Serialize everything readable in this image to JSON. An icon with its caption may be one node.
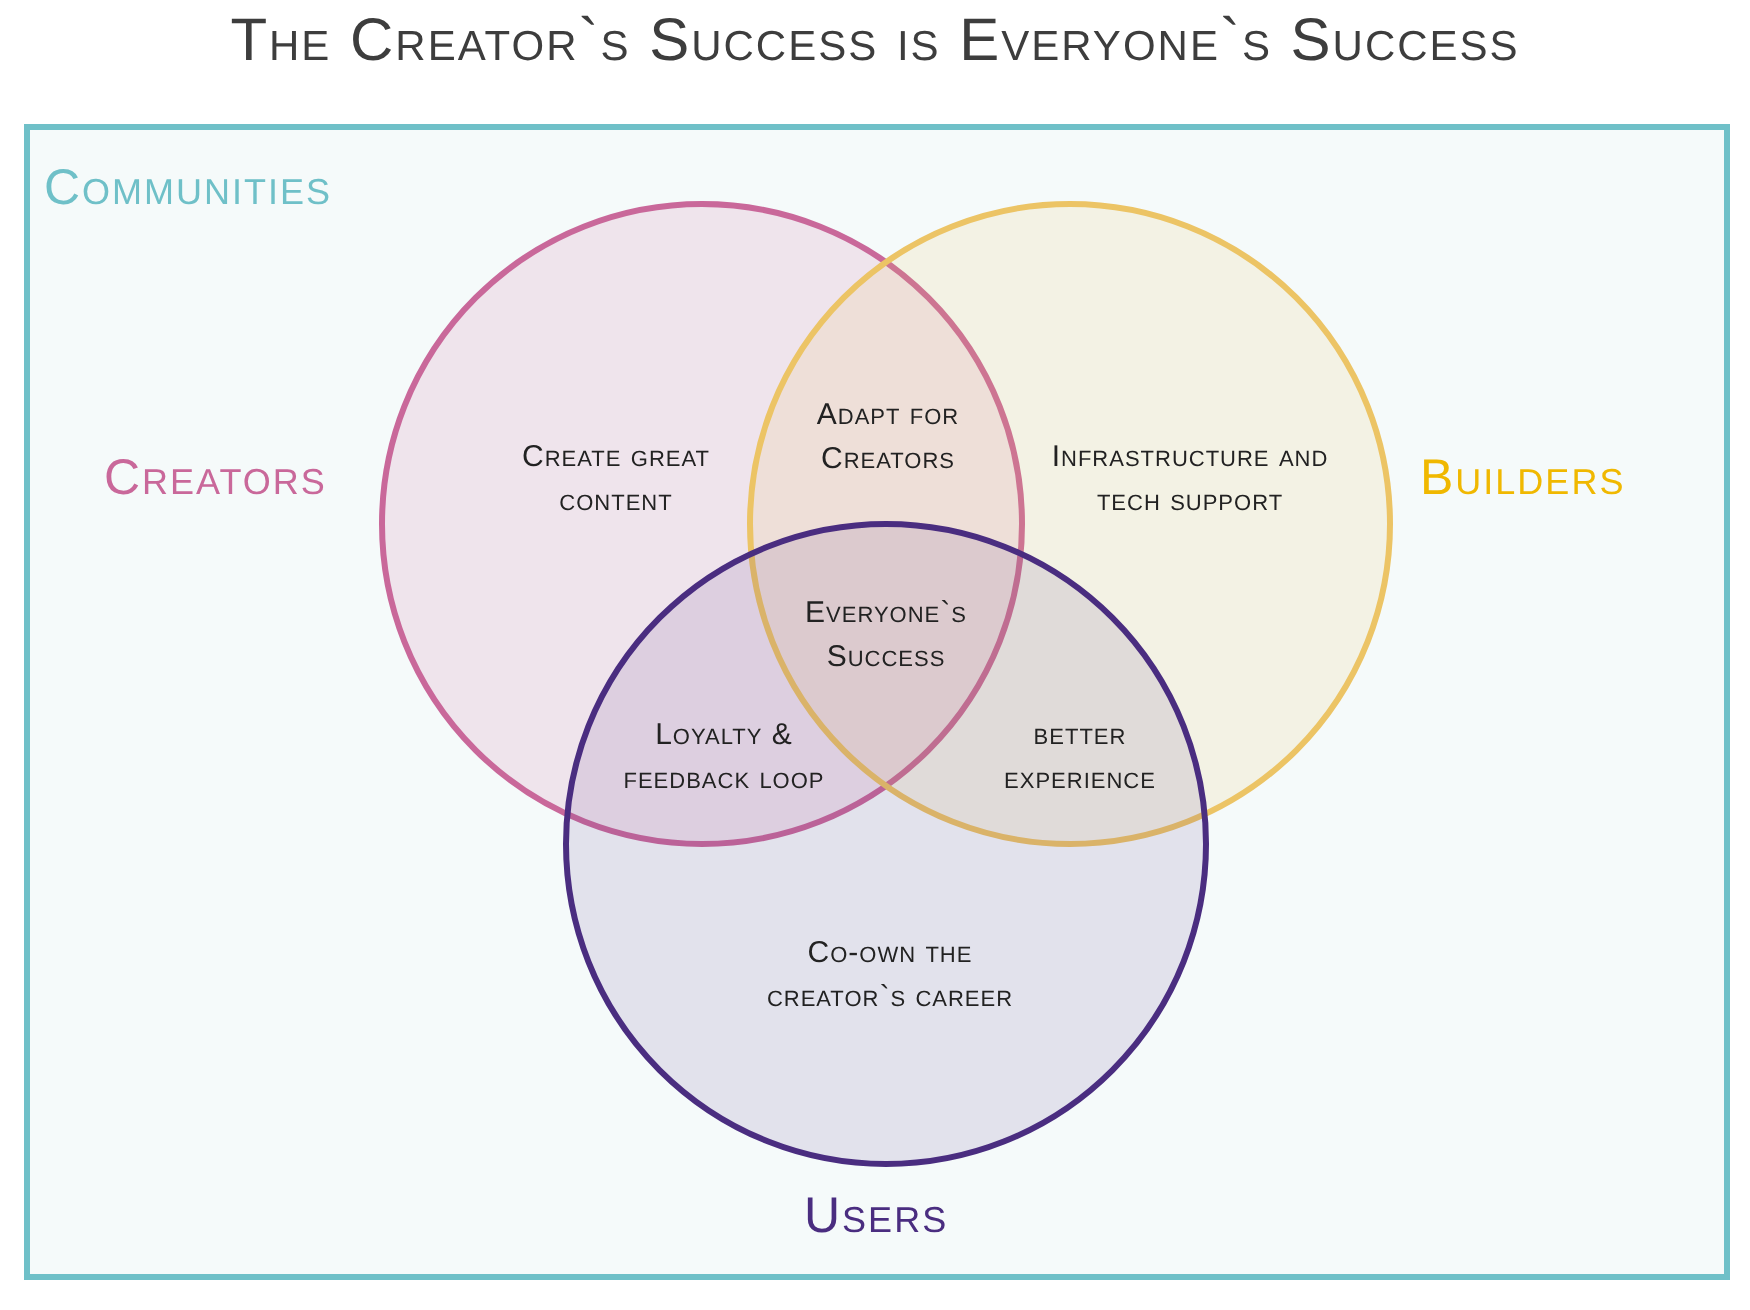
{
  "diagram": {
    "title": "The Creator`s Success is Everyone`s Success",
    "nodes": [
      {
        "text": [
          "Communities"
        ]
      },
      {
        "text": [
          "Creators"
        ],
        "in": 0
      },
      {
        "text": [
          "Builders"
        ],
        "in": 0
      },
      {
        "text": [
          "Users"
        ],
        "in": 0
      }
    ],
    "labels": [
      "Create great content",
      "Adapt for Creators",
      "Infrastructure and tech support",
      "Everyone`s Success",
      "Loyalty & feedback loop",
      "better experience",
      "Co-own the creator`s career"
    ]
  }
}
